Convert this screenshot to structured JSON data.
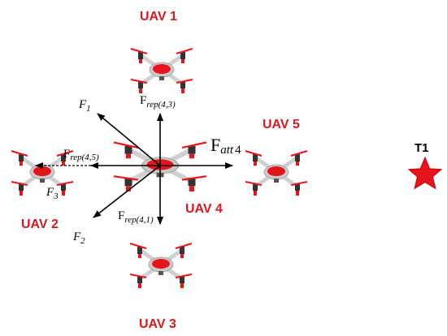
{
  "uavs": [
    {
      "label": "UAV 1"
    },
    {
      "label": "UAV 2"
    },
    {
      "label": "UAV 3"
    },
    {
      "label": "UAV 4"
    },
    {
      "label": "UAV 5"
    }
  ],
  "target": {
    "label": "T1",
    "color": "#e8141b"
  },
  "forces": {
    "f1": {
      "base": "F",
      "sub": "1"
    },
    "f2": {
      "base": "F",
      "sub": "2"
    },
    "f3": {
      "base": "F",
      "sub": "3"
    },
    "rep43": {
      "base": "F",
      "sub": "rep(4,3)"
    },
    "rep45": {
      "base": "F",
      "sub": "rep(4,5)"
    },
    "rep41": {
      "base": "F",
      "sub": "rep(4,1)"
    },
    "att4": {
      "base": "F",
      "sub": "att",
      "num": "4"
    }
  },
  "colors": {
    "label_red": "#d7191c",
    "body_red": "#e8141b",
    "frame_gray": "#c8c8c8"
  }
}
